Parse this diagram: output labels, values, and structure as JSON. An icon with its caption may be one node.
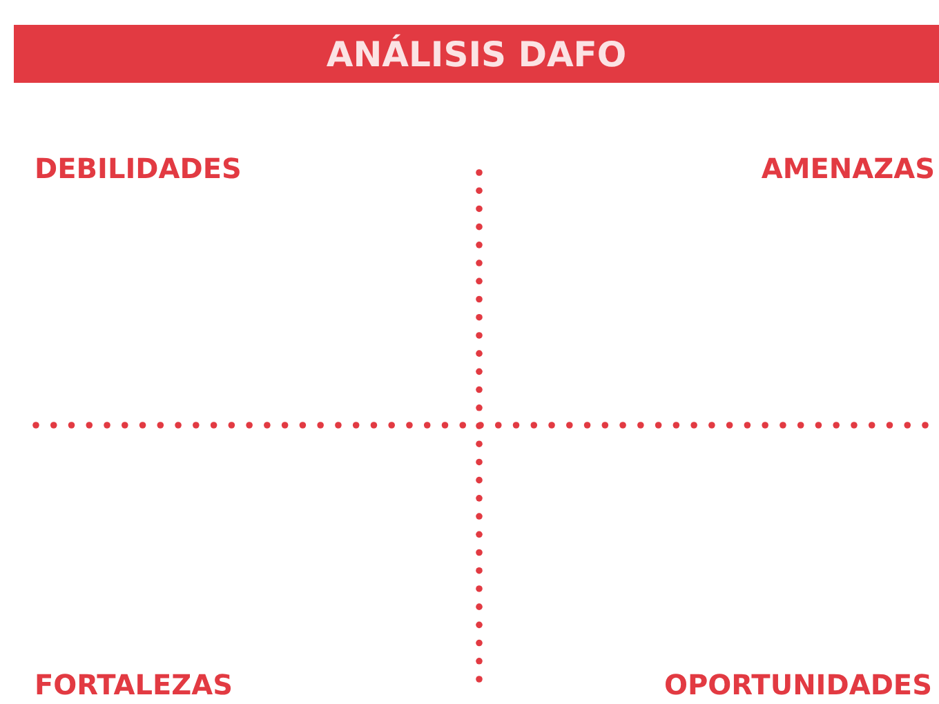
{
  "diagram": {
    "title": "ANÁLISIS DAFO",
    "labels": [
      "DEBILIDADES",
      "AMENAZAS",
      "FORTALEZAS",
      "OPORTUNIDADES"
    ]
  }
}
